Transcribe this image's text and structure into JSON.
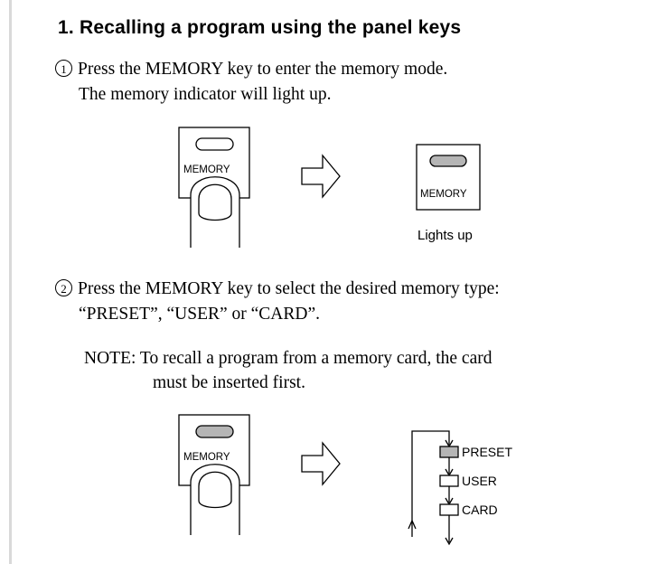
{
  "heading": "1. Recalling a program using the panel keys",
  "step1": {
    "number": "1",
    "line1": "Press the MEMORY key to enter the memory mode.",
    "line2": "The memory indicator will light up."
  },
  "figure1": {
    "key_label": "MEMORY",
    "lit_key_label": "MEMORY",
    "caption": "Lights up"
  },
  "step2": {
    "number": "2",
    "line1": "Press the MEMORY key to select the desired memory type:",
    "line2": "“PRESET”, “USER” or “CARD”."
  },
  "note": {
    "line1": "NOTE: To recall a program from a memory card, the card",
    "line2": "must be inserted first."
  },
  "figure2": {
    "key_label": "MEMORY",
    "cycle": [
      "PRESET",
      "USER",
      "CARD"
    ]
  },
  "colors": {
    "indicator_fill": "#b5b5b5",
    "rule": "#d9d9d9"
  }
}
